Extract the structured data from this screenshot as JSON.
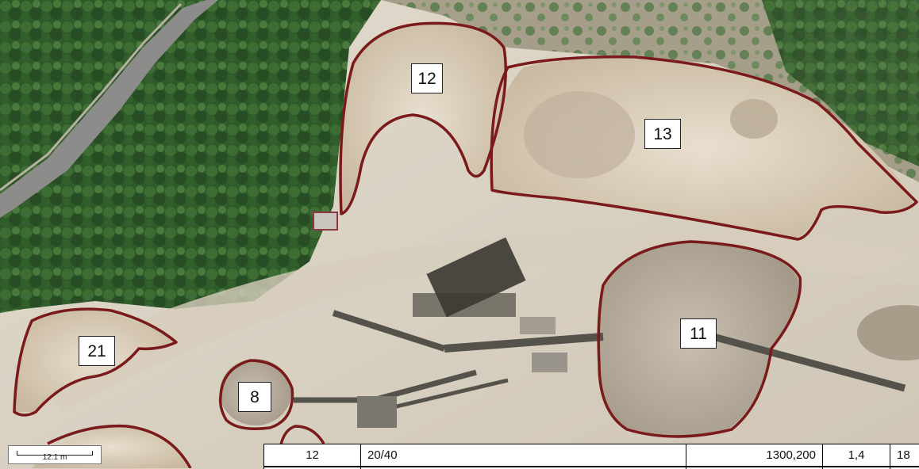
{
  "map": {
    "scale_bar": {
      "label": "12.1 m"
    },
    "zones": [
      {
        "id": "12",
        "label": "12"
      },
      {
        "id": "13",
        "label": "13"
      },
      {
        "id": "11",
        "label": "11"
      },
      {
        "id": "21",
        "label": "21"
      },
      {
        "id": "8",
        "label": "8"
      }
    ],
    "boundary_color": "#7a1a1a"
  },
  "table": {
    "row": [
      "12",
      "20/40",
      "1300,200",
      "1,4",
      "18"
    ]
  }
}
